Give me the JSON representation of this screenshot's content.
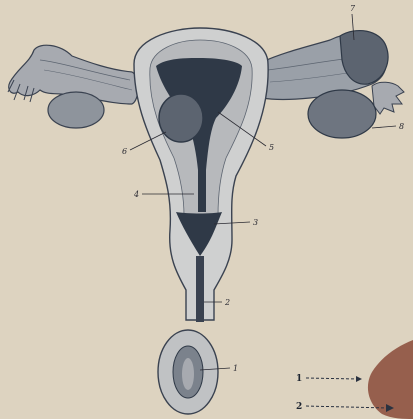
{
  "figure": {
    "colors": {
      "paper": "#ddd3c0",
      "tissue": "#a7aab0",
      "tissue_light": "#cfd0d0",
      "tissue_dark": "#5c6470",
      "cavity": "#2f3947",
      "outline": "#3a4250",
      "legend_line": "#2a3240",
      "stain": "#8a4a38"
    },
    "labels": [
      {
        "id": "1",
        "text": "1"
      },
      {
        "id": "2",
        "text": "2"
      },
      {
        "id": "3",
        "text": "3"
      },
      {
        "id": "4",
        "text": "4"
      },
      {
        "id": "5",
        "text": "5"
      },
      {
        "id": "6",
        "text": "6"
      },
      {
        "id": "7",
        "text": "7"
      },
      {
        "id": "8",
        "text": "8"
      }
    ],
    "legend": [
      {
        "id": "1",
        "text": "1"
      },
      {
        "id": "2",
        "text": "2"
      }
    ]
  }
}
